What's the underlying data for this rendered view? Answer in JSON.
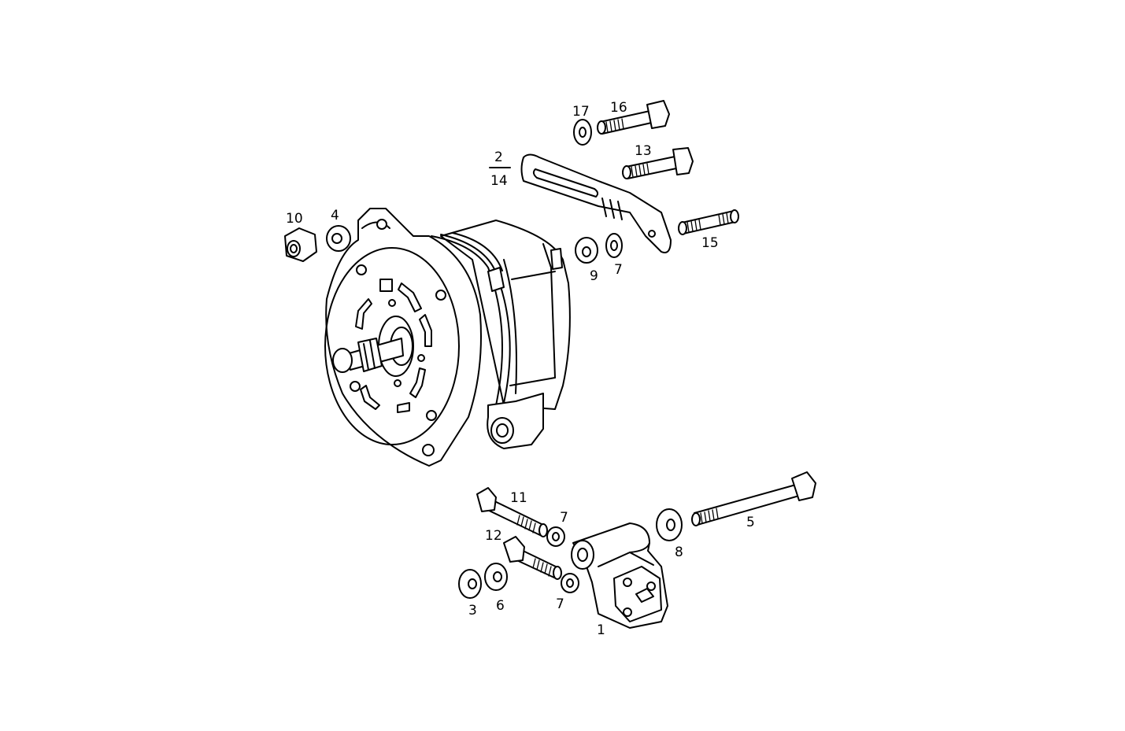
{
  "labels": {
    "p1": "1",
    "p2": "2",
    "p14": "14",
    "p3": "3",
    "p4": "4",
    "p5": "5",
    "p6": "6",
    "p7a": "7",
    "p7b": "7",
    "p7c": "7",
    "p8": "8",
    "p9": "9",
    "p10": "10",
    "p11": "11",
    "p12": "12",
    "p13": "13",
    "p15": "15",
    "p16": "16",
    "p17": "17"
  }
}
